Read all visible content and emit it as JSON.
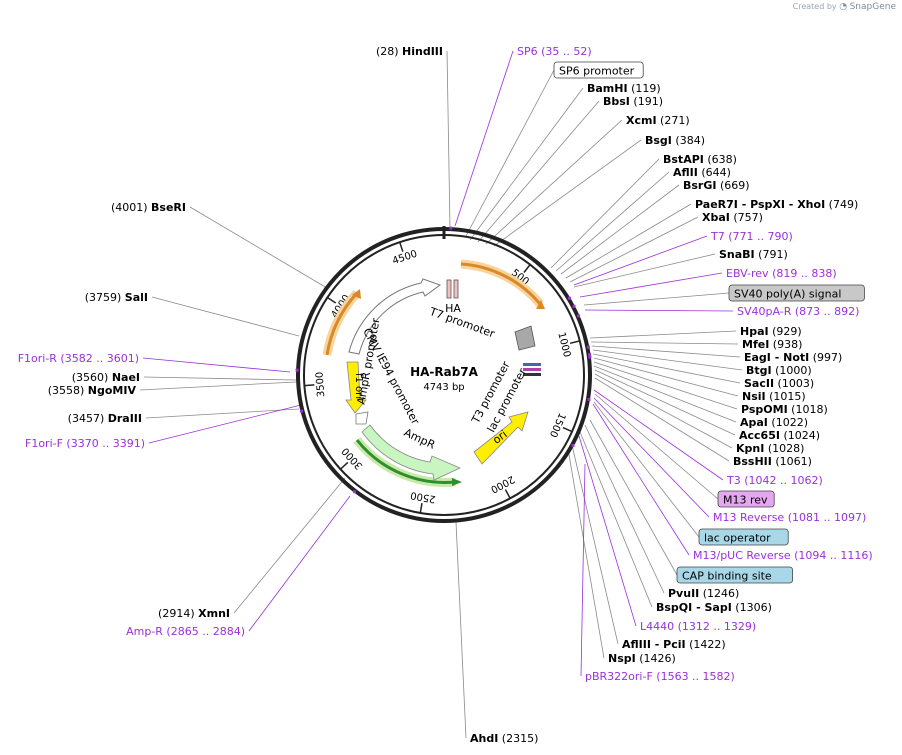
{
  "credit": {
    "created_by": "Created by",
    "brand": "SnapGene"
  },
  "plasmid": {
    "name": "HA-Rab7A",
    "size_label": "4743 bp",
    "length": 4743
  },
  "colors": {
    "backbone": "#222222",
    "primer": "#9b30d9",
    "site_line": "#8a8a8a",
    "feature_orange": "#f2a640",
    "feature_green": "#2f8f2f",
    "feature_yellow": "#ffee00",
    "feature_light_green": "#c8f5c0",
    "feature_white": "#ffffff"
  },
  "ticks": [
    "500",
    "1000",
    "1500",
    "2000",
    "2500",
    "3000",
    "3500",
    "4000",
    "4500"
  ],
  "sites_right": [
    {
      "parts": [
        "BamHI"
      ],
      "pos": "(119)"
    },
    {
      "parts": [
        "BbsI"
      ],
      "pos": "(191)"
    },
    {
      "parts": [
        "XcmI"
      ],
      "pos": "(271)"
    },
    {
      "parts": [
        "BsgI"
      ],
      "pos": "(384)"
    },
    {
      "parts": [
        "BstAPI"
      ],
      "pos": "(638)"
    },
    {
      "parts": [
        "AflII"
      ],
      "pos": "(644)"
    },
    {
      "parts": [
        "BsrGI"
      ],
      "pos": "(669)"
    },
    {
      "parts": [
        "PaeR7I",
        "- PspXI",
        "- XhoI"
      ],
      "pos": "(749)"
    },
    {
      "parts": [
        "XbaI"
      ],
      "pos": "(757)"
    },
    {
      "parts": [
        "SnaBI"
      ],
      "pos": "(791)"
    },
    {
      "parts": [
        "HpaI"
      ],
      "pos": "(929)"
    },
    {
      "parts": [
        "MfeI"
      ],
      "pos": "(938)"
    },
    {
      "parts": [
        "EagI",
        "- NotI"
      ],
      "pos": "(997)"
    },
    {
      "parts": [
        "BtgI"
      ],
      "pos": "(1000)"
    },
    {
      "parts": [
        "SacII"
      ],
      "pos": "(1003)"
    },
    {
      "parts": [
        "NsiI"
      ],
      "pos": "(1015)"
    },
    {
      "parts": [
        "PspOMI"
      ],
      "pos": "(1018)"
    },
    {
      "parts": [
        "ApaI"
      ],
      "pos": "(1022)"
    },
    {
      "parts": [
        "Acc65I"
      ],
      "pos": "(1024)"
    },
    {
      "parts": [
        "KpnI"
      ],
      "pos": "(1028)"
    },
    {
      "parts": [
        "BssHII"
      ],
      "pos": "(1061)"
    },
    {
      "parts": [
        "PvuII"
      ],
      "pos": "(1246)"
    },
    {
      "parts": [
        "BspQI",
        "- SapI"
      ],
      "pos": "(1306)"
    },
    {
      "parts": [
        "AflIII",
        "- PciI"
      ],
      "pos": "(1422)"
    },
    {
      "parts": [
        "NspI"
      ],
      "pos": "(1426)"
    },
    {
      "parts": [
        "AhdI"
      ],
      "pos": "(2315)"
    }
  ],
  "sites_left": [
    {
      "parts": [
        "HindIII"
      ],
      "pos": "(28)"
    },
    {
      "parts": [
        "BseRI"
      ],
      "pos": "(4001)"
    },
    {
      "parts": [
        "SalI"
      ],
      "pos": "(3759)"
    },
    {
      "parts": [
        "NaeI"
      ],
      "pos": "(3560)"
    },
    {
      "parts": [
        "NgoMIV"
      ],
      "pos": "(3558)"
    },
    {
      "parts": [
        "DraIII"
      ],
      "pos": "(3457)"
    },
    {
      "parts": [
        "XmnI"
      ],
      "pos": "(2914)"
    }
  ],
  "primers": [
    {
      "name": "SP6",
      "range": "(35 .. 52)"
    },
    {
      "name": "T7",
      "range": "(771 .. 790)"
    },
    {
      "name": "EBV-rev",
      "range": "(819 .. 838)"
    },
    {
      "name": "SV40pA-R",
      "range": "(873 .. 892)"
    },
    {
      "name": "T3",
      "range": "(1042 .. 1062)"
    },
    {
      "name": "M13 Reverse",
      "range": "(1081 .. 1097)"
    },
    {
      "name": "M13/pUC Reverse",
      "range": "(1094 .. 1116)"
    },
    {
      "name": "L4440",
      "range": "(1312 .. 1329)"
    },
    {
      "name": "pBR322ori-F",
      "range": "(1563 .. 1582)"
    },
    {
      "name": "F1ori-R",
      "range": "(3582 .. 3601)"
    },
    {
      "name": "F1ori-F",
      "range": "(3370 .. 3391)"
    },
    {
      "name": "Amp-R",
      "range": "(2865 .. 2884)"
    }
  ],
  "boxes": [
    {
      "label": "SP6 promoter",
      "fill": "#ffffff"
    },
    {
      "label": "SV40 poly(A) signal",
      "fill": "#c8c8c8"
    },
    {
      "label": "M13 rev",
      "fill": "#e3a8f0"
    },
    {
      "label": "lac operator",
      "fill": "#a8d8e8"
    },
    {
      "label": "CAP binding site",
      "fill": "#a8d8e8"
    }
  ],
  "features": [
    "HA",
    "T7 promoter",
    "CMV IE94 promoter",
    "AmpR promoter",
    "f1 ori",
    "AmpR",
    "T3 promoter",
    "lac promoter",
    "ori"
  ]
}
